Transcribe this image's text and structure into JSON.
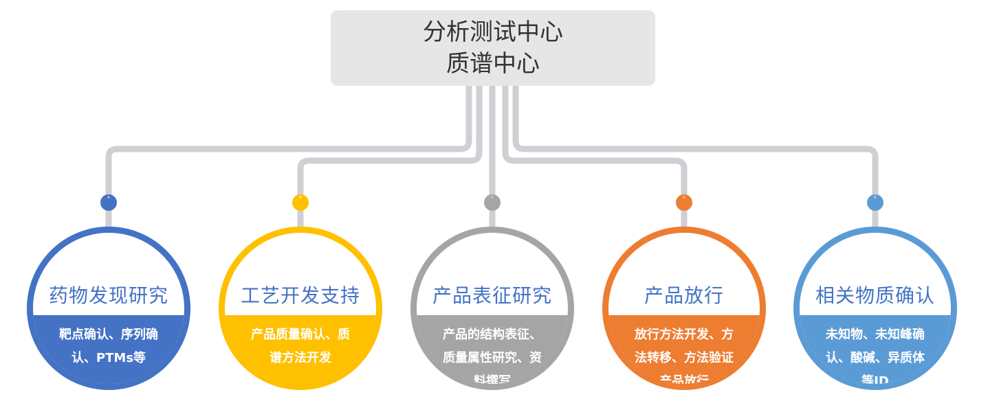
{
  "root": {
    "line1": "分析测试中心",
    "line2": "质谱中心"
  },
  "nodes": [
    {
      "title": "药物发现研究",
      "desc": "靶点确认、序列确认、PTMs等",
      "marker": "A",
      "color": "#4472c4",
      "title_color": "#4472c4"
    },
    {
      "title": "工艺开发支持",
      "desc": "产品质量确认、质谱方法开发",
      "marker": "B",
      "color": "#ffc000",
      "title_color": "#4472c4"
    },
    {
      "title": "产品表征研究",
      "desc": "产品的结构表征、质量属性研究、资料撰写",
      "marker": "C",
      "color": "#a5a5a5",
      "title_color": "#4472c4"
    },
    {
      "title": "产品放行",
      "desc": "放行方法开发、方法转移、方法验证产品放行",
      "marker": "D",
      "color": "#ed7d31",
      "title_color": "#4472c4"
    },
    {
      "title": "相关物质确认",
      "desc": "未知物、未知峰确认、酸碱、异质体等ID",
      "marker": "E",
      "color": "#5b9bd5",
      "title_color": "#4472c4"
    }
  ],
  "connector_color": "#d0cfd4"
}
